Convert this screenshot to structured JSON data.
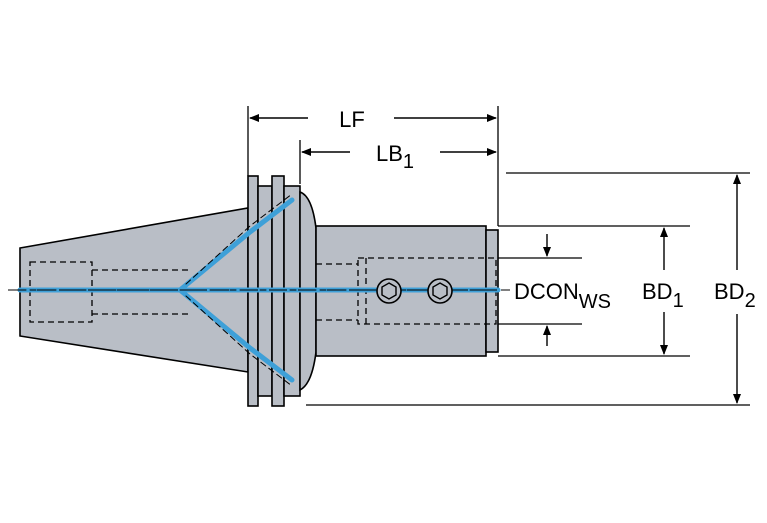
{
  "labels": {
    "lf": "LF",
    "lb_main": "LB",
    "lb_sub": "1",
    "dcon_main": "DCON",
    "dcon_sub": "WS",
    "bd1_main": "BD",
    "bd1_sub": "1",
    "bd2_main": "BD",
    "bd2_sub": "2"
  },
  "colors": {
    "body_fill": "#b9bec6",
    "outline": "#000000",
    "coolant": "#3ea0d8"
  }
}
